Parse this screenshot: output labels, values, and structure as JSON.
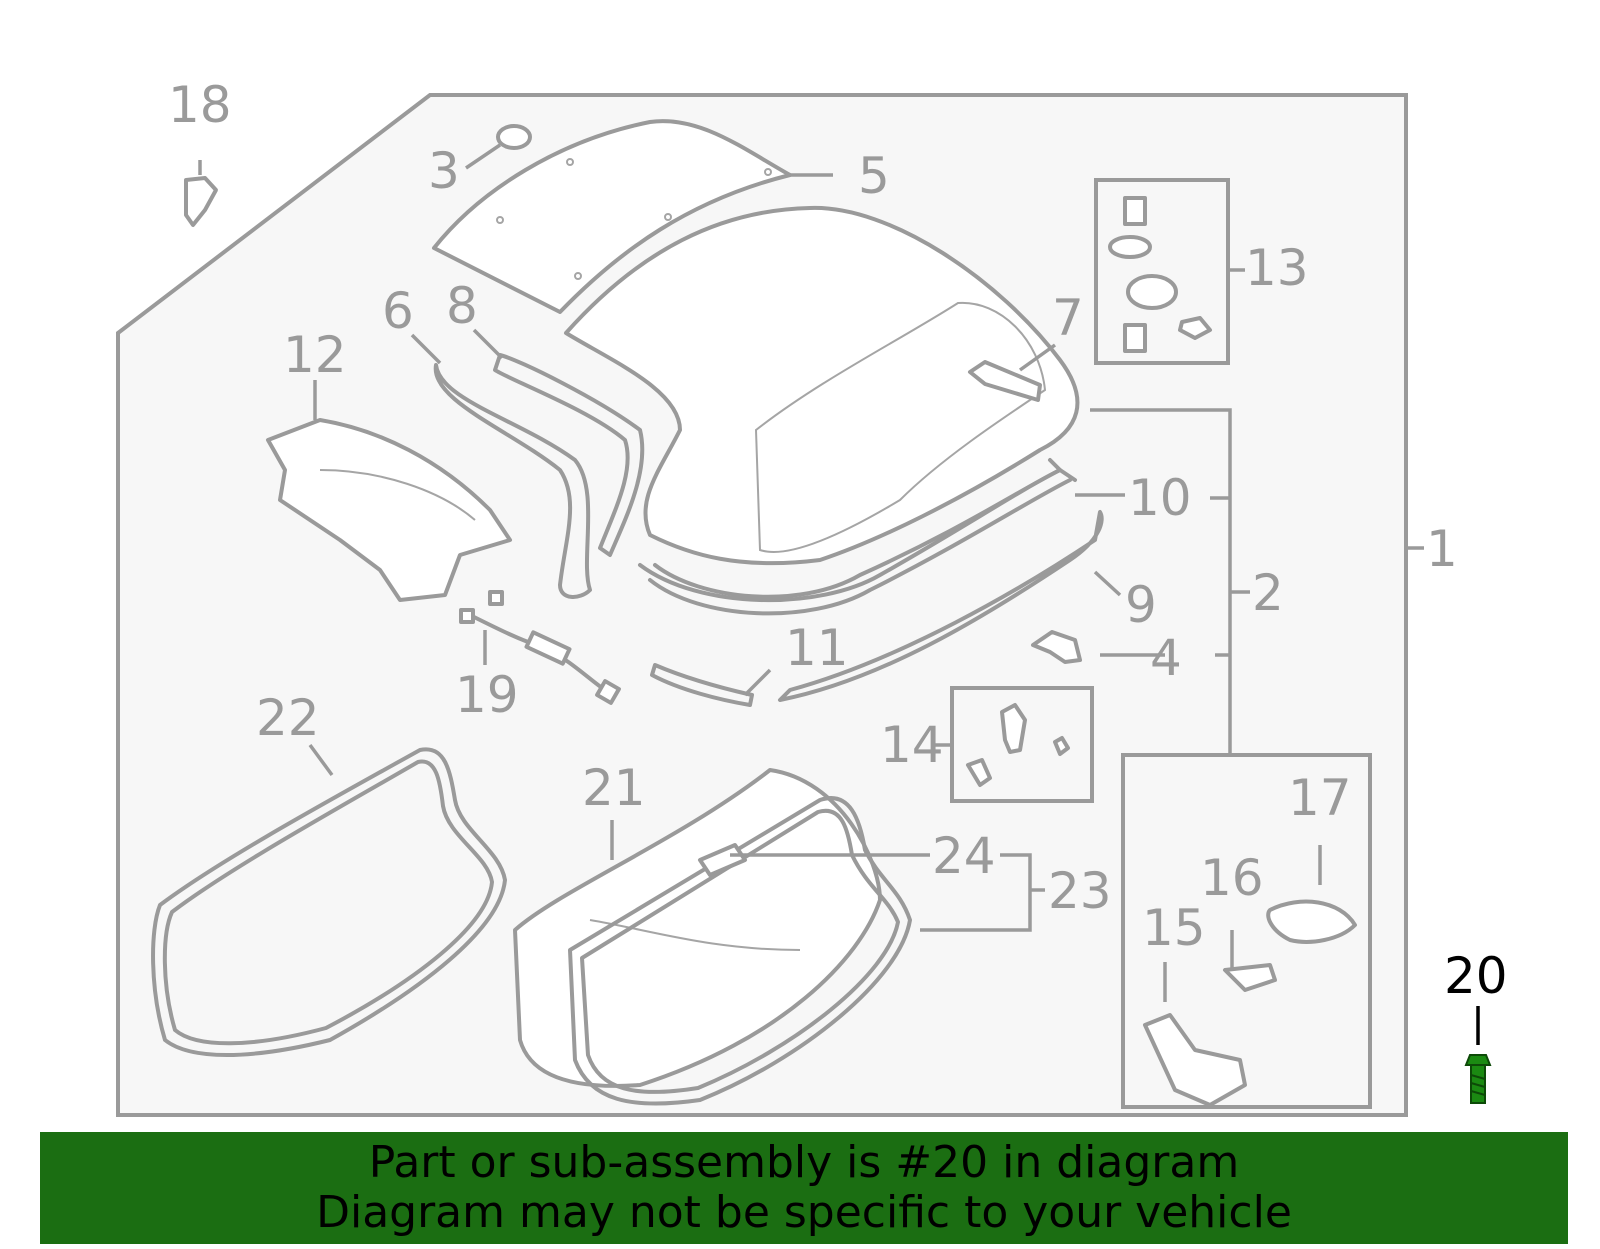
{
  "diagram": {
    "callouts": {
      "c1": "1",
      "c2": "2",
      "c3": "3",
      "c4": "4",
      "c5": "5",
      "c6": "6",
      "c7": "7",
      "c8": "8",
      "c9": "9",
      "c10": "10",
      "c11": "11",
      "c12": "12",
      "c13": "13",
      "c14": "14",
      "c15": "15",
      "c16": "16",
      "c17": "17",
      "c18": "18",
      "c19": "19",
      "c20": "20",
      "c21": "21",
      "c22": "22",
      "c23": "23",
      "c24": "24"
    },
    "highlighted_part": "20",
    "colors": {
      "line": "#9a9a9a",
      "highlight": "#1b8a12",
      "panel": "#f7f7f7",
      "banner": "#1b6e12"
    }
  },
  "banner": {
    "line1": "Part or sub-assembly is #20 in diagram",
    "line2": "Diagram may not be specific to your vehicle"
  }
}
